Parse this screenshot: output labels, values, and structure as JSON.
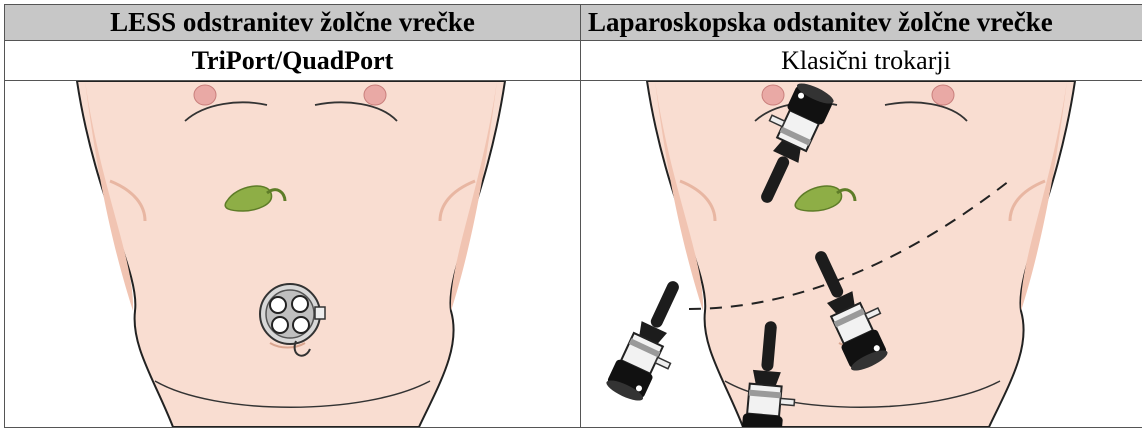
{
  "table": {
    "headers": [
      "LESS odstranitev žolčne vrečke",
      "Laparoskopska odstanitev žolčne vrečke"
    ],
    "subheaders": [
      "TriPort/QuadPort",
      "Klasični trokarji"
    ]
  },
  "illustrations": [
    {
      "name": "torso-less-procedure",
      "icons": [
        "gallbladder-icon",
        "triport-device-icon"
      ]
    },
    {
      "name": "torso-laparoscopic-procedure",
      "icons": [
        "gallbladder-icon",
        "trocar-icon",
        "trocar-icon",
        "trocar-icon",
        "trocar-icon"
      ]
    }
  ],
  "colors": {
    "header_bg": "#c7c7c7",
    "skin": "#f9ddd1",
    "skin_shadow": "#f1c4b2",
    "gallbladder": "#8eae46",
    "trocar": "#1c1c1c"
  }
}
